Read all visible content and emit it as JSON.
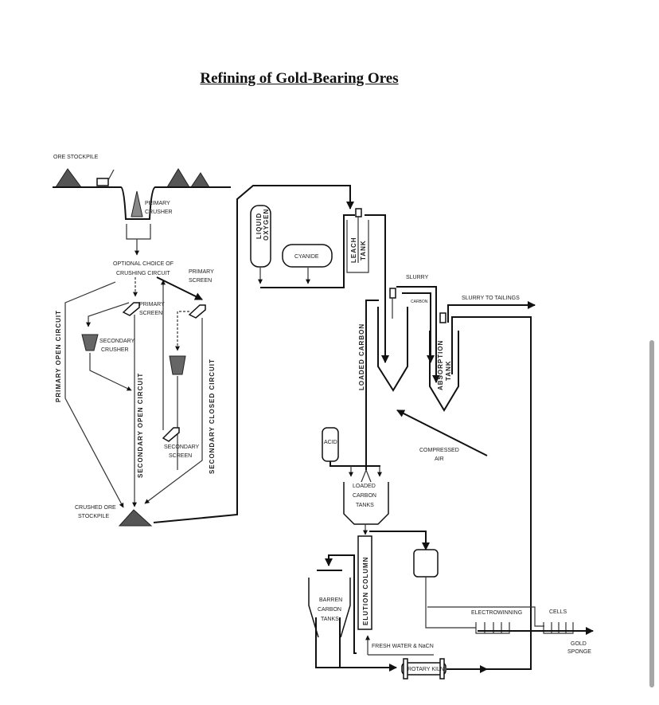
{
  "document": {
    "title": "Refining of Gold-Bearing Ores"
  },
  "diagram": {
    "labels": {
      "ore_stockpile": "ORE STOCKPILE",
      "primary_crusher": [
        "PRIMARY",
        "CRUSHER"
      ],
      "optional_choice": [
        "OPTIONAL CHOICE OF",
        "CRUSHING CIRCUIT"
      ],
      "primary_screen_right": [
        "PRIMARY",
        "SCREEN"
      ],
      "primary_screen_center": [
        "PRIMARY",
        "SCREEN"
      ],
      "secondary_crusher": [
        "SECONDARY",
        "CRUSHER"
      ],
      "secondary_screen": [
        "SECONDARY",
        "SCREEN"
      ],
      "primary_open_circuit": "PRIMARY OPEN CIRCUIT",
      "secondary_open_circuit": "SECONDARY OPEN CIRCUIT",
      "secondary_closed_circuit": "SECONDARY CLOSED CIRCUIT",
      "crushed_ore_stockpile": [
        "CRUSHED ORE",
        "STOCKPILE"
      ],
      "liquid_oxygen": [
        "LIQUID",
        "OXYGEN"
      ],
      "cyanide": "CYANIDE",
      "leach_tank": [
        "LEACH",
        "TANK"
      ],
      "slurry": "SLURRY",
      "carbon": "CARBON",
      "slurry_to_tailings": "SLURRY TO TAILINGS",
      "loaded_carbon": "LOADED CARBON",
      "absorption_tank": [
        "ABSORPTION",
        "TANK"
      ],
      "compressed_air": [
        "COMPRESSED",
        "AIR"
      ],
      "acid": "ACID",
      "loaded_carbon_tanks": [
        "LOADED",
        "CARBON",
        "TANKS"
      ],
      "elution_column": "ELUTION COLUMN",
      "barren_carbon_tanks": [
        "BARREN",
        "CARBON",
        "TANKS"
      ],
      "electrowinning": "ELECTROWINNING",
      "cells": "CELLS",
      "gold_sponge": [
        "GOLD",
        "SPONGE"
      ],
      "fresh_water": "FRESH WATER & NaCN",
      "rotary_kiln": "ROTARY KILN"
    }
  },
  "colors": {
    "line": "#111111",
    "pile": "#555555",
    "scrollbar": "#a6a6a6"
  }
}
